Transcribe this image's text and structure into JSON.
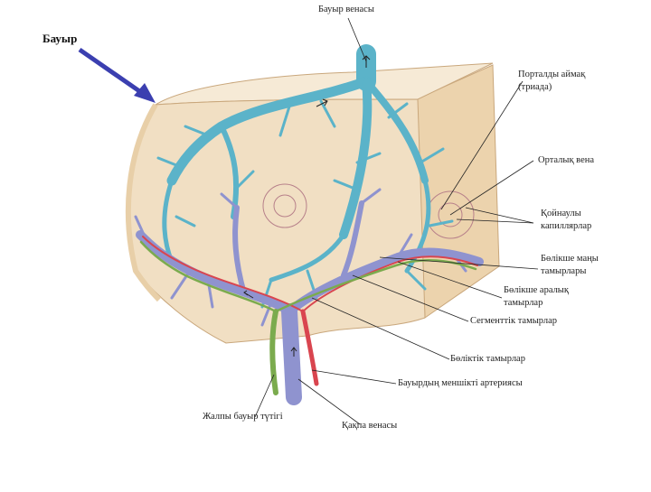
{
  "title": "Бауыр",
  "labels": {
    "hepatic_vein": "Бауыр венасы",
    "portal_zone_1": "Порталды аймақ",
    "portal_zone_2": "(триада)",
    "central_vein": "Орталық вена",
    "sinusoid_1": "Қойнаулы",
    "sinusoid_2": "капиллярлар",
    "intralobular_1": "Бөлікше маңы",
    "intralobular_2": "тамырлары",
    "interlobular_1": "Бөлікше аралық",
    "interlobular_2": "тамырлар",
    "segmental": "Сегменттік тамырлар",
    "lobar": "Бөліктік тамырлар",
    "hepatic_artery": "Бауырдың меншікті артериясы",
    "bile_duct": "Жалпы бауыр түтігі",
    "portal_vein": "Қақпа венасы"
  },
  "colors": {
    "parenchyma": "#f1dfc3",
    "capsule": "#f6ead6",
    "hepatic_vein": "#5bb3c9",
    "portal_vein": "#8f93cf",
    "artery": "#d9454f",
    "bile_duct": "#7bab4e",
    "pointer": "#3b3fb0"
  }
}
